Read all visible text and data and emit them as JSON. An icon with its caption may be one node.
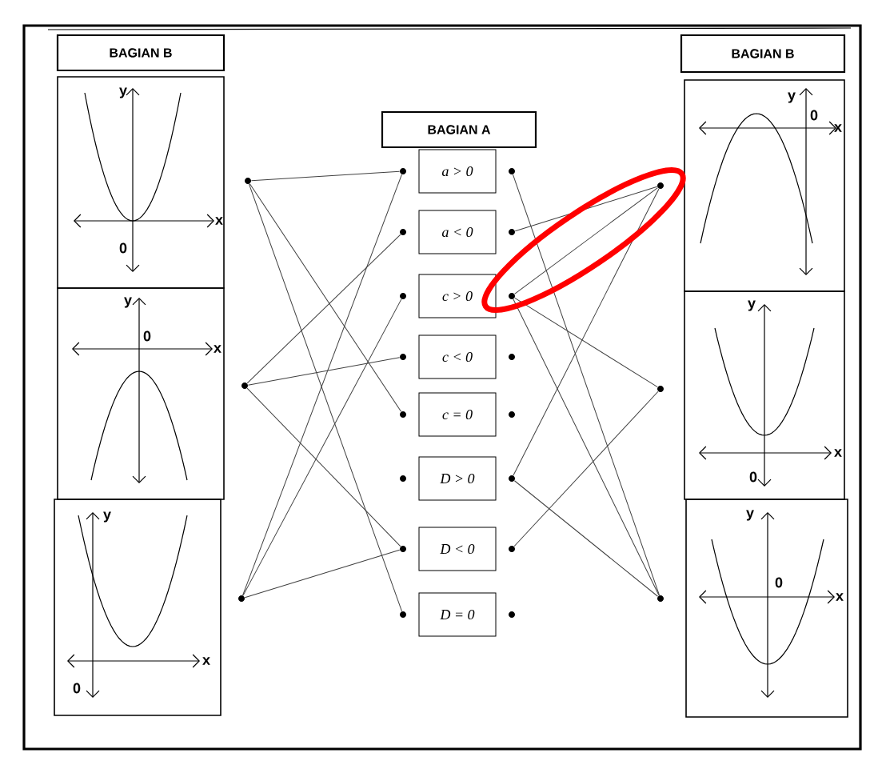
{
  "diagram": {
    "nodes": [
      {
        "text": [
          "BAGIAN B"
        ]
      },
      {
        "text": [
          "BAGIAN A"
        ]
      },
      {
        "text": [
          "BAGIAN B"
        ]
      },
      {
        "text": [
          "y",
          "x",
          "0"
        ]
      },
      {
        "text": [
          "y",
          "0",
          "x"
        ]
      },
      {
        "text": [
          "y",
          "x",
          "0"
        ]
      },
      {
        "text": [
          "y",
          "0",
          "x"
        ]
      },
      {
        "text": [
          "y",
          "x",
          "0"
        ]
      },
      {
        "text": [
          "y",
          "0",
          "x"
        ]
      },
      {
        "text": [
          "a > 0"
        ]
      },
      {
        "text": [
          "a < 0"
        ]
      },
      {
        "text": [
          "c > 0"
        ]
      },
      {
        "text": [
          "c < 0"
        ]
      },
      {
        "text": [
          "c = 0"
        ]
      },
      {
        "text": [
          "D > 0"
        ]
      },
      {
        "text": [
          "D < 0"
        ]
      },
      {
        "text": [
          "D = 0"
        ]
      },
      {
        "text": [],
        "shape": "circle"
      },
      {
        "text": [],
        "shape": "circle"
      },
      {
        "text": [],
        "shape": "circle"
      },
      {
        "text": [],
        "shape": "circle"
      },
      {
        "text": [],
        "shape": "circle"
      },
      {
        "text": [],
        "shape": "circle"
      },
      {
        "text": [],
        "shape": "circle"
      },
      {
        "text": [],
        "shape": "circle"
      },
      {
        "text": [],
        "shape": "circle"
      },
      {
        "text": [],
        "shape": "circle"
      },
      {
        "text": [],
        "shape": "circle"
      },
      {
        "text": [],
        "shape": "circle"
      },
      {
        "text": [],
        "shape": "circle"
      },
      {
        "text": [],
        "shape": "circle"
      },
      {
        "text": [],
        "shape": "circle"
      },
      {
        "text": [],
        "shape": "circle"
      },
      {
        "text": [],
        "shape": "circle"
      },
      {
        "text": [],
        "shape": "circle"
      },
      {
        "text": [],
        "shape": "circle"
      },
      {
        "text": [],
        "shape": "circle"
      },
      {
        "text": [],
        "shape": "circle"
      },
      {
        "text": [],
        "shape": "circle"
      }
    ],
    "edges": [
      {
        "from": 17,
        "to": 20,
        "arrow": "none"
      },
      {
        "from": 17,
        "to": 24,
        "arrow": "none"
      },
      {
        "from": 17,
        "to": 27,
        "arrow": "none"
      },
      {
        "from": 18,
        "to": 21,
        "arrow": "none"
      },
      {
        "from": 18,
        "to": 23,
        "arrow": "none"
      },
      {
        "from": 18,
        "to": 26,
        "arrow": "none"
      },
      {
        "from": 19,
        "to": 20,
        "arrow": "none"
      },
      {
        "from": 19,
        "to": 22,
        "arrow": "none"
      },
      {
        "from": 19,
        "to": 26,
        "arrow": "none"
      },
      {
        "from": 28,
        "to": 38,
        "arrow": "none"
      },
      {
        "from": 29,
        "to": 36,
        "arrow": "none"
      },
      {
        "from": 30,
        "to": 36,
        "arrow": "none"
      },
      {
        "from": 30,
        "to": 37,
        "arrow": "none"
      },
      {
        "from": 30,
        "to": 38,
        "arrow": "none"
      },
      {
        "from": 33,
        "to": 36,
        "arrow": "none"
      },
      {
        "from": 33,
        "to": 38,
        "arrow": "none"
      },
      {
        "from": 34,
        "to": 37,
        "arrow": "none"
      }
    ]
  }
}
